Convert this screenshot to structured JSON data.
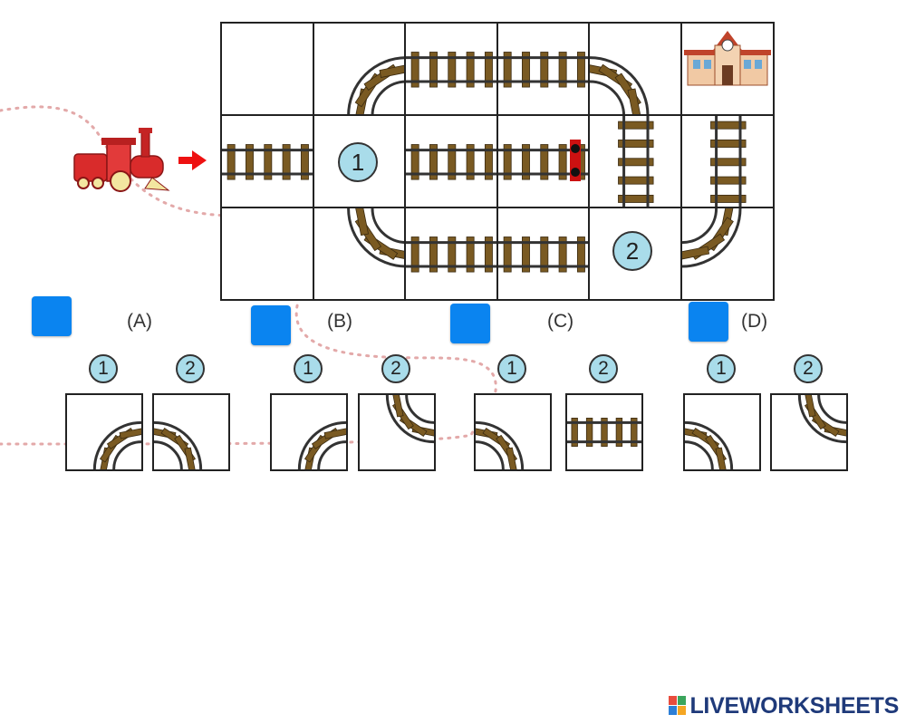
{
  "grid": {
    "markers": [
      "1",
      "2"
    ]
  },
  "options": [
    {
      "label": "(A)",
      "choices": [
        {
          "number": "1",
          "piece": "curve-br"
        },
        {
          "number": "2",
          "piece": "curve-bl"
        }
      ]
    },
    {
      "label": "(B)",
      "choices": [
        {
          "number": "1",
          "piece": "curve-br"
        },
        {
          "number": "2",
          "piece": "curve-tr"
        }
      ]
    },
    {
      "label": "(C)",
      "choices": [
        {
          "number": "1",
          "piece": "curve-bl"
        },
        {
          "number": "2",
          "piece": "straight-h"
        }
      ]
    },
    {
      "label": "(D)",
      "choices": [
        {
          "number": "1",
          "piece": "curve-bl"
        },
        {
          "number": "2",
          "piece": "curve-tr"
        }
      ]
    }
  ],
  "brand": {
    "text": "LIVEWORKSHEETS"
  },
  "colors": {
    "answer_box": "#0a84f0",
    "badge": "#a9dcea",
    "rail": "#333333",
    "sleeper": "#7a5a22",
    "train": "#d92b2b"
  },
  "icons": [
    "train-icon",
    "arrow-right-icon",
    "train-station-icon"
  ]
}
